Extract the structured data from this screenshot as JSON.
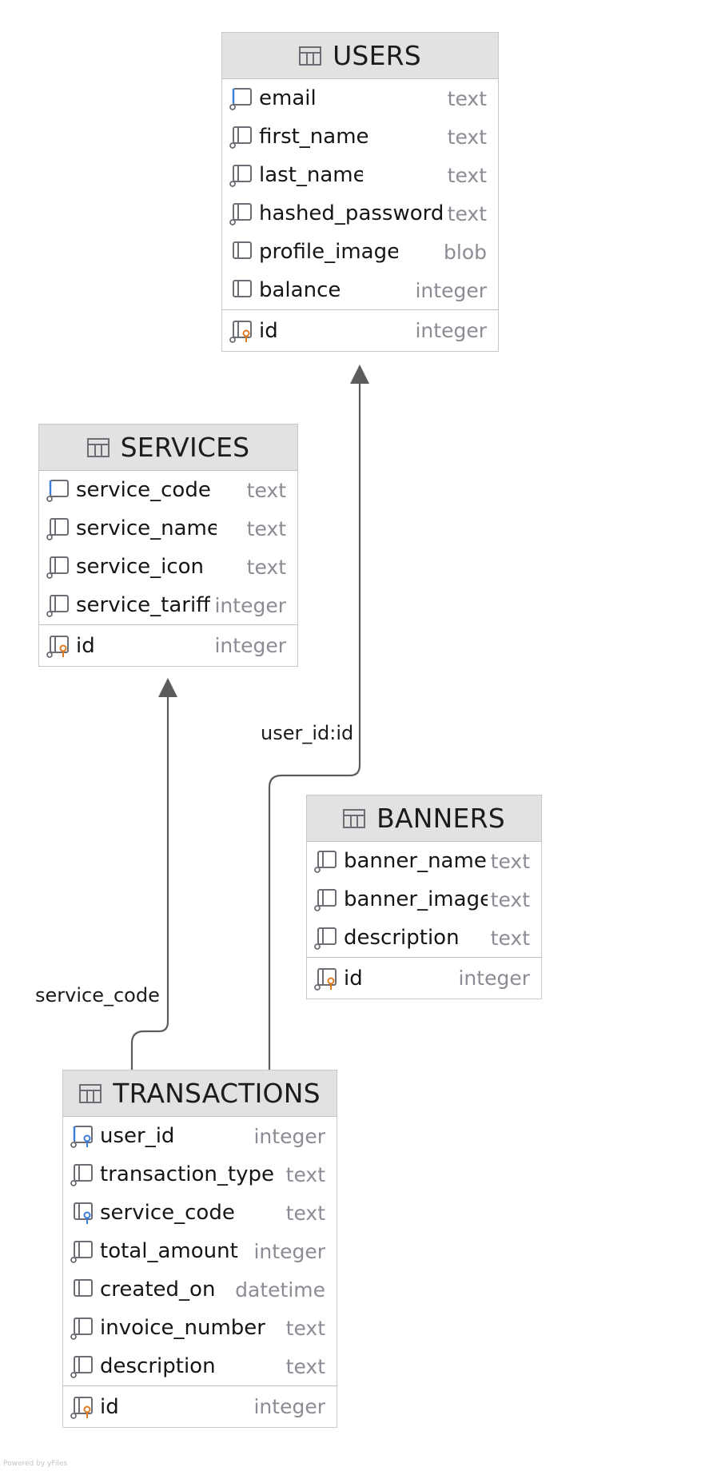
{
  "colors": {
    "header_bg": "#e2e2e2",
    "border": "#c8c8c8",
    "type_text": "#8a8d94",
    "edge": "#5c5c5c",
    "key_orange": "#e07a1f",
    "fk_blue": "#3b7dd8",
    "column_icon": "#6b6e74"
  },
  "tables": {
    "users": {
      "title": "USERS",
      "columns": [
        {
          "name": "email",
          "type": "text",
          "icon": "column-unique-icon"
        },
        {
          "name": "first_name",
          "type": "text",
          "icon": "column-nullable-icon"
        },
        {
          "name": "last_name",
          "type": "text",
          "icon": "column-nullable-icon"
        },
        {
          "name": "hashed_password",
          "type": "text",
          "icon": "column-nullable-icon"
        },
        {
          "name": "profile_image",
          "type": "blob",
          "icon": "column-icon"
        },
        {
          "name": "balance",
          "type": "integer",
          "icon": "column-icon"
        }
      ],
      "key": {
        "name": "id",
        "type": "integer",
        "icon": "primary-key-icon"
      }
    },
    "services": {
      "title": "SERVICES",
      "columns": [
        {
          "name": "service_code",
          "type": "text",
          "icon": "column-unique-icon"
        },
        {
          "name": "service_name",
          "type": "text",
          "icon": "column-nullable-icon"
        },
        {
          "name": "service_icon",
          "type": "text",
          "icon": "column-nullable-icon"
        },
        {
          "name": "service_tariff",
          "type": "integer",
          "icon": "column-nullable-icon"
        }
      ],
      "key": {
        "name": "id",
        "type": "integer",
        "icon": "primary-key-icon"
      }
    },
    "banners": {
      "title": "BANNERS",
      "columns": [
        {
          "name": "banner_name",
          "type": "text",
          "icon": "column-nullable-icon"
        },
        {
          "name": "banner_image",
          "type": "text",
          "icon": "column-nullable-icon"
        },
        {
          "name": "description",
          "type": "text",
          "icon": "column-nullable-icon"
        }
      ],
      "key": {
        "name": "id",
        "type": "integer",
        "icon": "primary-key-icon"
      }
    },
    "transactions": {
      "title": "TRANSACTIONS",
      "columns": [
        {
          "name": "user_id",
          "type": "integer",
          "icon": "foreign-key-unique-icon"
        },
        {
          "name": "transaction_type",
          "type": "text",
          "icon": "column-nullable-icon"
        },
        {
          "name": "service_code",
          "type": "text",
          "icon": "foreign-key-icon"
        },
        {
          "name": "total_amount",
          "type": "integer",
          "icon": "column-nullable-icon"
        },
        {
          "name": "created_on",
          "type": "datetime",
          "icon": "column-icon"
        },
        {
          "name": "invoice_number",
          "type": "text",
          "icon": "column-nullable-icon"
        },
        {
          "name": "description",
          "type": "text",
          "icon": "column-nullable-icon"
        }
      ],
      "key": {
        "name": "id",
        "type": "integer",
        "icon": "primary-key-icon"
      }
    }
  },
  "relations": [
    {
      "from": "transactions",
      "to": "users",
      "label": "user_id:id"
    },
    {
      "from": "transactions",
      "to": "services",
      "label": "service_code"
    }
  ],
  "watermark": "Powered by yFiles"
}
